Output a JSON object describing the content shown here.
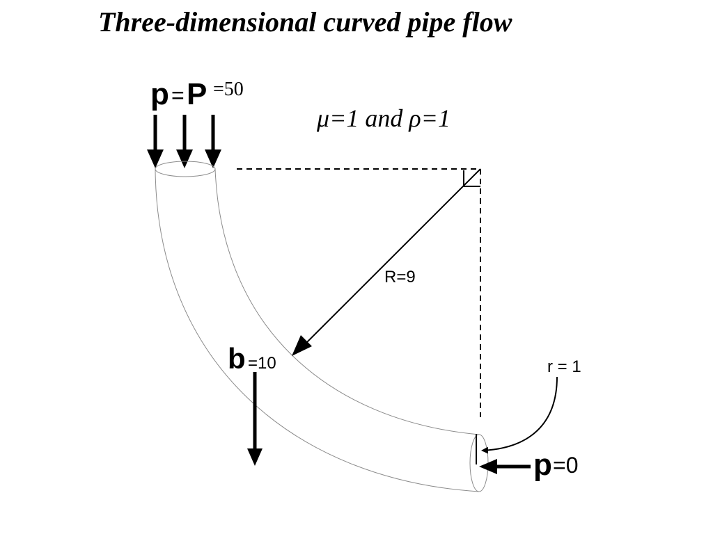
{
  "title": "Three-dimensional curved pipe flow",
  "inlet": {
    "symbol_p": "p",
    "eq": "=",
    "symbol_P": "P",
    "value": "=50"
  },
  "properties": {
    "mu_symbol": "μ",
    "mu_text": "=1 and ",
    "rho_symbol": "ρ",
    "rho_text": "=1"
  },
  "radius_label": "R=9",
  "body_force": {
    "symbol": "b",
    "value": "=10"
  },
  "pipe_radius_label": "r = 1",
  "outlet": {
    "symbol": "p",
    "value": "=0"
  }
}
